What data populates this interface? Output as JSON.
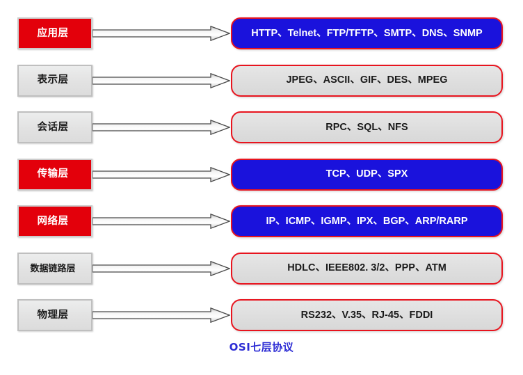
{
  "diagram": {
    "caption": "OSI七层协议",
    "caption_color": "#2b2bd4",
    "colors": {
      "highlight_red": "#e3000b",
      "highlight_blue": "#1a12dc",
      "pill_border_red": "#e8141e",
      "box_gray": "#e2e2e2",
      "box_border_gray": "#bfbfbf",
      "text_dark": "#1a1a1a",
      "text_light": "#ffffff"
    },
    "arrow_icon": "right-block-arrow-icon",
    "rows": [
      {
        "layer": "应用层",
        "protocols": "HTTP、Telnet、FTP/TFTP、SMTP、DNS、SNMP",
        "layer_highlighted": true,
        "protocols_highlighted": true
      },
      {
        "layer": "表示层",
        "protocols": "JPEG、ASCII、GIF、DES、MPEG",
        "layer_highlighted": false,
        "protocols_highlighted": false
      },
      {
        "layer": "会话层",
        "protocols": "RPC、SQL、NFS",
        "layer_highlighted": false,
        "protocols_highlighted": false
      },
      {
        "layer": "传输层",
        "protocols": "TCP、UDP、SPX",
        "layer_highlighted": true,
        "protocols_highlighted": true
      },
      {
        "layer": "网络层",
        "protocols": "IP、ICMP、IGMP、IPX、BGP、ARP/RARP",
        "layer_highlighted": true,
        "protocols_highlighted": true
      },
      {
        "layer": "数据链路层",
        "protocols": "HDLC、IEEE802. 3/2、PPP、ATM",
        "layer_highlighted": false,
        "protocols_highlighted": false
      },
      {
        "layer": "物理层",
        "protocols": "RS232、V.35、RJ-45、FDDI",
        "layer_highlighted": false,
        "protocols_highlighted": false
      }
    ]
  }
}
